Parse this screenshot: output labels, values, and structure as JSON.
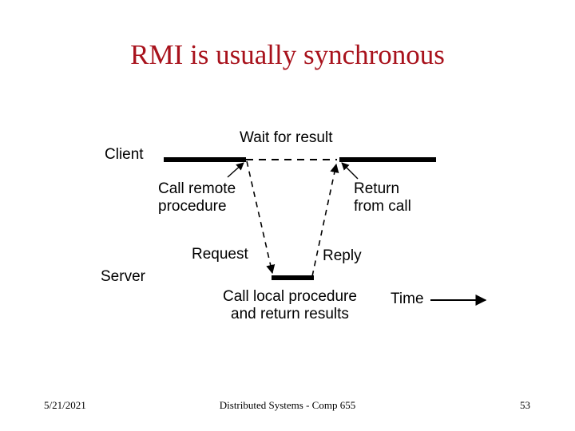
{
  "slide": {
    "title": "RMI is usually synchronous",
    "title_color": "#a8121c",
    "background": "#ffffff"
  },
  "diagram": {
    "labels": {
      "client": "Client",
      "server": "Server",
      "wait_for_result": "Wait for result",
      "call_remote_procedure": "Call remote\nprocedure",
      "return_from_call": "Return\nfrom call",
      "request": "Request",
      "reply": "Reply",
      "call_local_procedure": "Call local procedure\nand return results",
      "time": "Time"
    },
    "line_color": "#000000"
  },
  "footer": {
    "date": "5/21/2021",
    "center": "Distributed Systems - Comp 655",
    "page_number": "53"
  }
}
